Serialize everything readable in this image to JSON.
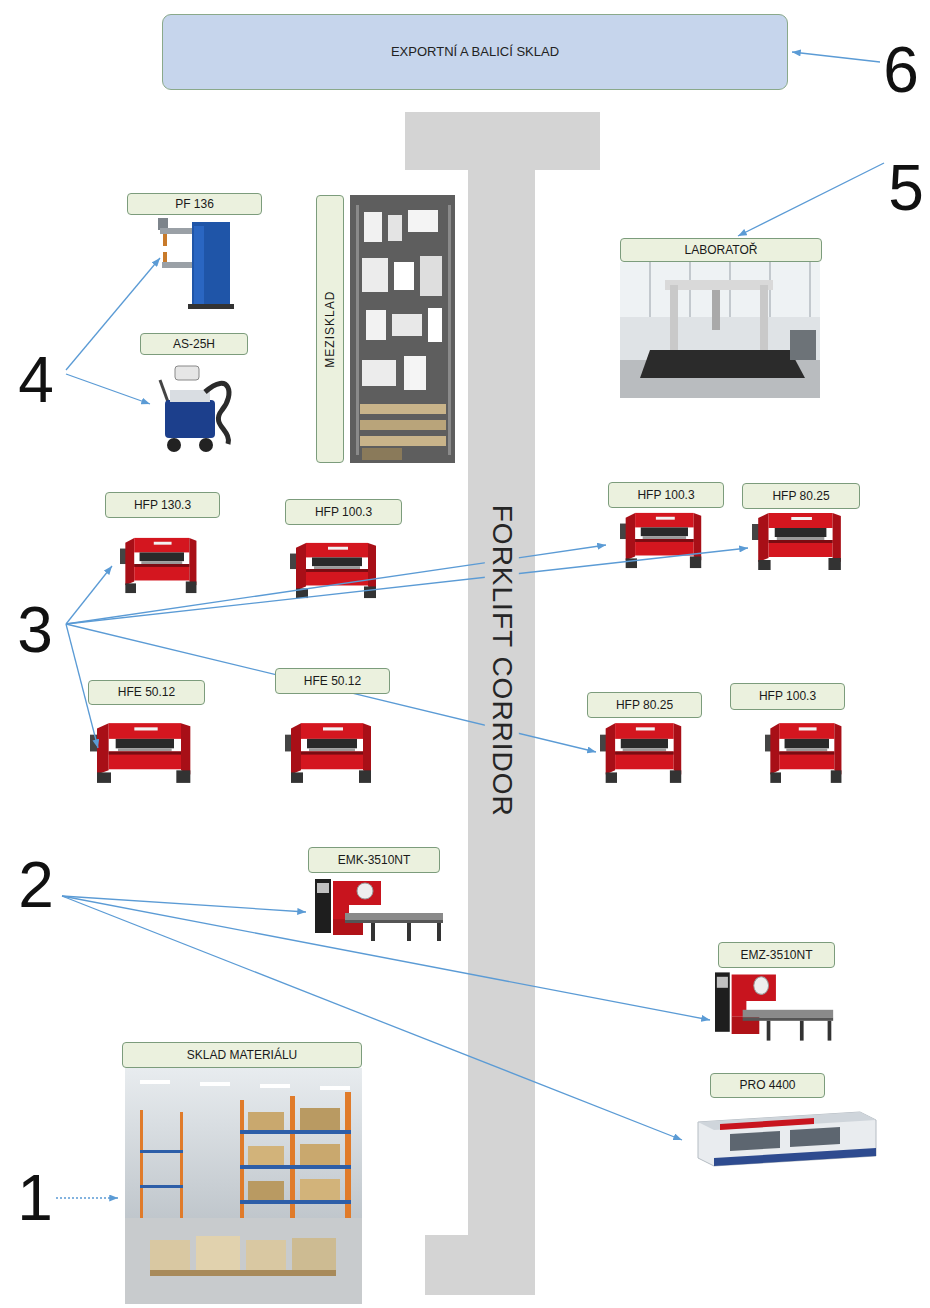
{
  "diagram": {
    "nodes": [
      {
        "text": [
          "EXPORTNÍ A BALICÍ SKLAD"
        ]
      },
      {
        "text": [
          "FORKLIFT CORRIDOR"
        ]
      },
      {
        "text": [
          "PF 136"
        ]
      },
      {
        "text": [
          "MEZISKLAD"
        ]
      },
      {
        "text": [
          "LABORATOŘ"
        ]
      },
      {
        "text": [
          "AS-25H"
        ]
      },
      {
        "text": [
          "HFP 130.3"
        ]
      },
      {
        "text": [
          "HFP 100.3"
        ]
      },
      {
        "text": [
          "HFP 100.3"
        ]
      },
      {
        "text": [
          "HFP 80.25"
        ]
      },
      {
        "text": [
          "HFE 50.12"
        ]
      },
      {
        "text": [
          "HFE 50.12"
        ]
      },
      {
        "text": [
          "HFP 80.25"
        ]
      },
      {
        "text": [
          "HFP 100.3"
        ]
      },
      {
        "text": [
          "EMK-3510NT"
        ]
      },
      {
        "text": [
          "EMZ-3510NT"
        ]
      },
      {
        "text": [
          "SKLAD MATERIÁLU"
        ]
      },
      {
        "text": [
          "PRO 4400"
        ]
      }
    ],
    "labels": [
      "6",
      "5",
      "4",
      "3",
      "2",
      "1"
    ]
  }
}
